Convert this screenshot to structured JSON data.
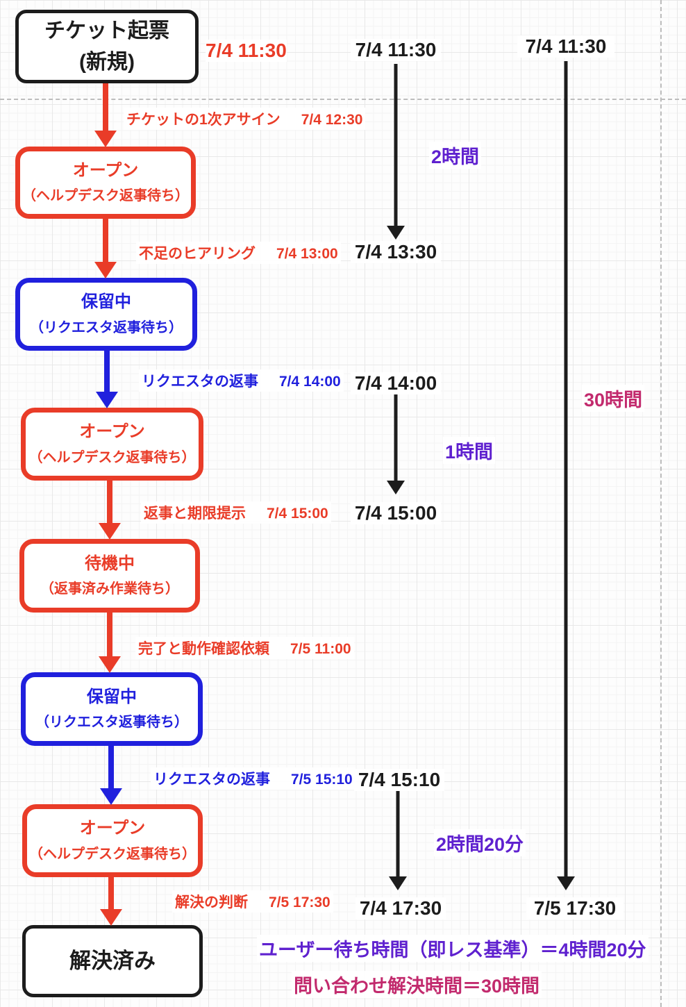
{
  "colors": {
    "red": "#e93c28",
    "blue": "#2020dd",
    "black": "#1c1c1c",
    "purple": "#5f21cf",
    "magenta": "#c22a6d"
  },
  "flow": {
    "created_time": "7/4 11:30",
    "nodes": [
      {
        "title": "チケット起票",
        "subtitle": "(新規)"
      },
      {
        "title": "オープン",
        "subtitle": "（ヘルプデスク返事待ち）"
      },
      {
        "title": "保留中",
        "subtitle": "（リクエスタ返事待ち）"
      },
      {
        "title": "オープン",
        "subtitle": "（ヘルプデスク返事待ち）"
      },
      {
        "title": "待機中",
        "subtitle": "（返事済み作業待ち）"
      },
      {
        "title": "保留中",
        "subtitle": "（リクエスタ返事待ち）"
      },
      {
        "title": "オープン",
        "subtitle": "（ヘルプデスク返事待ち）"
      },
      {
        "title": "解決済み"
      }
    ],
    "transitions": [
      {
        "label": "チケットの1次アサイン",
        "time": "7/4 12:30"
      },
      {
        "label": "不足のヒアリング",
        "time": "7/4 13:00"
      },
      {
        "label": "リクエスタの返事",
        "time": "7/4 14:00"
      },
      {
        "label": "返事と期限提示",
        "time": "7/4 15:00"
      },
      {
        "label": "完了と動作確認依頼",
        "time": "7/5 11:00"
      },
      {
        "label": "リクエスタの返事",
        "time": "7/5 15:10"
      },
      {
        "label": "解決の判断",
        "time": "7/5 17:30"
      }
    ]
  },
  "timeline": {
    "spans": [
      {
        "start": "7/4 11:30",
        "end": "7/4 13:30",
        "duration": "2時間"
      },
      {
        "start": "7/4 14:00",
        "end": "7/4 15:00",
        "duration": "1時間"
      },
      {
        "start": "7/4 15:10",
        "end": "7/4 17:30",
        "duration": "2時間20分"
      }
    ],
    "total": {
      "start": "7/4 11:30",
      "end": "7/5 17:30",
      "duration": "30時間"
    }
  },
  "summary": {
    "user_wait": "ユーザー待ち時間（即レス基準）＝4時間20分",
    "resolution_time": "問い合わせ解決時間＝30時間"
  }
}
